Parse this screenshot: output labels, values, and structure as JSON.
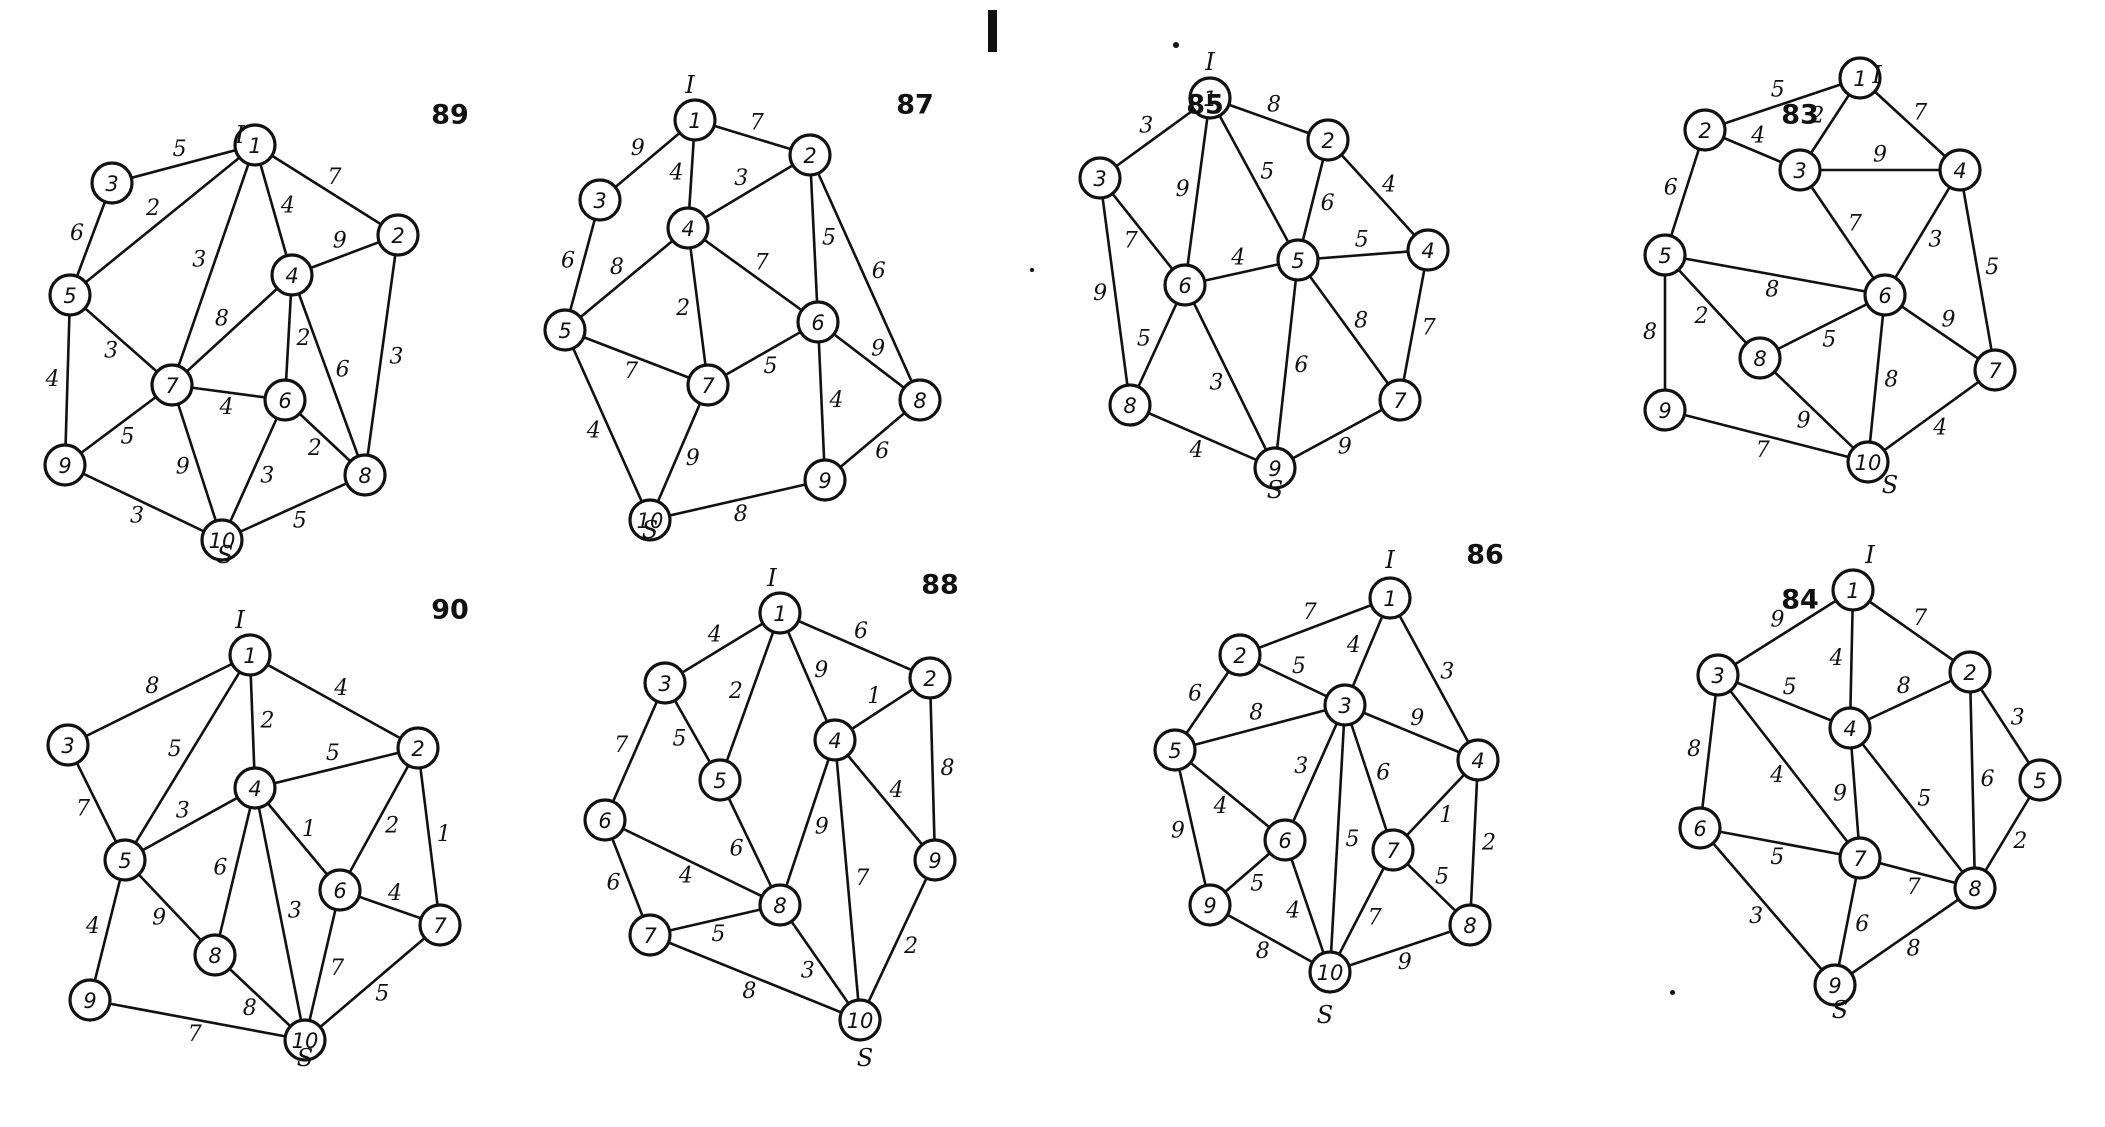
{
  "page": {
    "background": "#ffffff",
    "ink": "#111111"
  },
  "graphs": [
    {
      "title": "83",
      "nodes": [
        "1",
        "2",
        "3",
        "4",
        "5",
        "6",
        "7",
        "8",
        "9",
        "10"
      ],
      "edges": [
        {
          "a": "1",
          "b": "2",
          "w": "5"
        },
        {
          "a": "1",
          "b": "3",
          "w": "2"
        },
        {
          "a": "1",
          "b": "4",
          "w": "7"
        },
        {
          "a": "2",
          "b": "3",
          "w": "4"
        },
        {
          "a": "2",
          "b": "5",
          "w": "6"
        },
        {
          "a": "3",
          "b": "4",
          "w": "9"
        },
        {
          "a": "3",
          "b": "6",
          "w": "7"
        },
        {
          "a": "4",
          "b": "6",
          "w": "3"
        },
        {
          "a": "4",
          "b": "7",
          "w": "5"
        },
        {
          "a": "5",
          "b": "6",
          "w": "8"
        },
        {
          "a": "5",
          "b": "8",
          "w": "2"
        },
        {
          "a": "5",
          "b": "9",
          "w": "8"
        },
        {
          "a": "6",
          "b": "8",
          "w": "5"
        },
        {
          "a": "6",
          "b": "7",
          "w": "9"
        },
        {
          "a": "6",
          "b": "10",
          "w": "8"
        },
        {
          "a": "8",
          "b": "10",
          "w": "9"
        },
        {
          "a": "7",
          "b": "10",
          "w": "4"
        },
        {
          "a": "9",
          "b": "10",
          "w": "7"
        }
      ],
      "source_label": "I",
      "sink_label": "S"
    },
    {
      "title": "84",
      "nodes": [
        "1",
        "2",
        "3",
        "4",
        "5",
        "6",
        "7",
        "8",
        "9"
      ],
      "edges": [
        {
          "a": "1",
          "b": "3",
          "w": "9"
        },
        {
          "a": "1",
          "b": "4",
          "w": "4"
        },
        {
          "a": "1",
          "b": "2",
          "w": "7"
        },
        {
          "a": "3",
          "b": "4",
          "w": "5"
        },
        {
          "a": "2",
          "b": "4",
          "w": "8"
        },
        {
          "a": "2",
          "b": "5",
          "w": "3"
        },
        {
          "a": "2",
          "b": "8",
          "w": "6"
        },
        {
          "a": "3",
          "b": "6",
          "w": "8"
        },
        {
          "a": "3",
          "b": "7",
          "w": "4"
        },
        {
          "a": "4",
          "b": "7",
          "w": "9"
        },
        {
          "a": "4",
          "b": "8",
          "w": "5"
        },
        {
          "a": "5",
          "b": "8",
          "w": "2"
        },
        {
          "a": "6",
          "b": "7",
          "w": "5"
        },
        {
          "a": "6",
          "b": "9",
          "w": "3"
        },
        {
          "a": "7",
          "b": "8",
          "w": "7"
        },
        {
          "a": "7",
          "b": "9",
          "w": "6"
        },
        {
          "a": "8",
          "b": "9",
          "w": "8"
        }
      ],
      "source_label": "I",
      "sink_label": "S"
    },
    {
      "title": "85",
      "nodes": [
        "1",
        "2",
        "3",
        "4",
        "5",
        "6",
        "7",
        "8",
        "9"
      ],
      "edges": [
        {
          "a": "1",
          "b": "3",
          "w": "3"
        },
        {
          "a": "1",
          "b": "2",
          "w": "8"
        },
        {
          "a": "1",
          "b": "6",
          "w": "9"
        },
        {
          "a": "1",
          "b": "5",
          "w": "5"
        },
        {
          "a": "2",
          "b": "5",
          "w": "6"
        },
        {
          "a": "2",
          "b": "4",
          "w": "4"
        },
        {
          "a": "3",
          "b": "6",
          "w": "7"
        },
        {
          "a": "3",
          "b": "8",
          "w": "9"
        },
        {
          "a": "4",
          "b": "5",
          "w": "5"
        },
        {
          "a": "4",
          "b": "7",
          "w": "7"
        },
        {
          "a": "5",
          "b": "6",
          "w": "4"
        },
        {
          "a": "5",
          "b": "7",
          "w": "8"
        },
        {
          "a": "5",
          "b": "9",
          "w": "6"
        },
        {
          "a": "6",
          "b": "9",
          "w": "3"
        },
        {
          "a": "6",
          "b": "8",
          "w": "5"
        },
        {
          "a": "8",
          "b": "9",
          "w": "4"
        },
        {
          "a": "7",
          "b": "9",
          "w": "9"
        }
      ],
      "source_label": "I",
      "sink_label": "S"
    },
    {
      "title": "86",
      "nodes": [
        "1",
        "2",
        "3",
        "4",
        "5",
        "6",
        "7",
        "8",
        "9",
        "10"
      ],
      "edges": [
        {
          "a": "1",
          "b": "2",
          "w": "7"
        },
        {
          "a": "1",
          "b": "3",
          "w": "4"
        },
        {
          "a": "1",
          "b": "4",
          "w": "3"
        },
        {
          "a": "2",
          "b": "3",
          "w": "5"
        },
        {
          "a": "2",
          "b": "5",
          "w": "6"
        },
        {
          "a": "3",
          "b": "5",
          "w": "8"
        },
        {
          "a": "3",
          "b": "4",
          "w": "9"
        },
        {
          "a": "3",
          "b": "6",
          "w": "3"
        },
        {
          "a": "3",
          "b": "7",
          "w": "6"
        },
        {
          "a": "3",
          "b": "10",
          "w": "5"
        },
        {
          "a": "4",
          "b": "7",
          "w": "1"
        },
        {
          "a": "4",
          "b": "8",
          "w": "2"
        },
        {
          "a": "5",
          "b": "6",
          "w": "4"
        },
        {
          "a": "5",
          "b": "9",
          "w": "9"
        },
        {
          "a": "6",
          "b": "9",
          "w": "5"
        },
        {
          "a": "6",
          "b": "10",
          "w": "4"
        },
        {
          "a": "7",
          "b": "8",
          "w": "5"
        },
        {
          "a": "7",
          "b": "10",
          "w": "7"
        },
        {
          "a": "9",
          "b": "10",
          "w": "8"
        },
        {
          "a": "8",
          "b": "10",
          "w": "9"
        }
      ],
      "source_label": "I",
      "sink_label": "S"
    },
    {
      "title": "87",
      "nodes": [
        "1",
        "2",
        "3",
        "4",
        "5",
        "6",
        "7",
        "8",
        "9",
        "10"
      ],
      "edges": [
        {
          "a": "1",
          "b": "2",
          "w": "7"
        },
        {
          "a": "1",
          "b": "3",
          "w": "9"
        },
        {
          "a": "1",
          "b": "4",
          "w": "4"
        },
        {
          "a": "2",
          "b": "4",
          "w": "3"
        },
        {
          "a": "2",
          "b": "6",
          "w": "5"
        },
        {
          "a": "2",
          "b": "8",
          "w": "6"
        },
        {
          "a": "3",
          "b": "5",
          "w": "6"
        },
        {
          "a": "4",
          "b": "5",
          "w": "8"
        },
        {
          "a": "4",
          "b": "6",
          "w": "7"
        },
        {
          "a": "4",
          "b": "7",
          "w": "2"
        },
        {
          "a": "5",
          "b": "7",
          "w": "7"
        },
        {
          "a": "5",
          "b": "10",
          "w": "4"
        },
        {
          "a": "6",
          "b": "7",
          "w": "5"
        },
        {
          "a": "6",
          "b": "8",
          "w": "9"
        },
        {
          "a": "6",
          "b": "9",
          "w": "4"
        },
        {
          "a": "7",
          "b": "10",
          "w": "9"
        },
        {
          "a": "8",
          "b": "9",
          "w": "6"
        },
        {
          "a": "9",
          "b": "10",
          "w": "8"
        }
      ],
      "source_label": "I",
      "sink_label": "S"
    },
    {
      "title": "88",
      "nodes": [
        "1",
        "2",
        "3",
        "4",
        "5",
        "6",
        "7",
        "8",
        "9",
        "10"
      ],
      "edges": [
        {
          "a": "1",
          "b": "3",
          "w": "4"
        },
        {
          "a": "1",
          "b": "2",
          "w": "6"
        },
        {
          "a": "1",
          "b": "5",
          "w": "2"
        },
        {
          "a": "1",
          "b": "4",
          "w": "9"
        },
        {
          "a": "2",
          "b": "4",
          "w": "1"
        },
        {
          "a": "2",
          "b": "9",
          "w": "8"
        },
        {
          "a": "3",
          "b": "5",
          "w": "5"
        },
        {
          "a": "3",
          "b": "6",
          "w": "7"
        },
        {
          "a": "4",
          "b": "8",
          "w": "9"
        },
        {
          "a": "4",
          "b": "9",
          "w": "4"
        },
        {
          "a": "4",
          "b": "10",
          "w": "7"
        },
        {
          "a": "5",
          "b": "8",
          "w": "6"
        },
        {
          "a": "6",
          "b": "8",
          "w": "4"
        },
        {
          "a": "6",
          "b": "7",
          "w": "6"
        },
        {
          "a": "7",
          "b": "8",
          "w": "5"
        },
        {
          "a": "7",
          "b": "10",
          "w": "8"
        },
        {
          "a": "8",
          "b": "10",
          "w": "3"
        },
        {
          "a": "9",
          "b": "10",
          "w": "2"
        }
      ],
      "source_label": "I",
      "sink_label": "S"
    },
    {
      "title": "89",
      "nodes": [
        "1",
        "2",
        "3",
        "4",
        "5",
        "6",
        "7",
        "8",
        "9",
        "10"
      ],
      "edges": [
        {
          "a": "1",
          "b": "3",
          "w": "5"
        },
        {
          "a": "1",
          "b": "2",
          "w": "7"
        },
        {
          "a": "1",
          "b": "5",
          "w": "2"
        },
        {
          "a": "1",
          "b": "4",
          "w": "4"
        },
        {
          "a": "1",
          "b": "7",
          "w": "3"
        },
        {
          "a": "2",
          "b": "4",
          "w": "9"
        },
        {
          "a": "2",
          "b": "8",
          "w": "3"
        },
        {
          "a": "3",
          "b": "5",
          "w": "6"
        },
        {
          "a": "4",
          "b": "7",
          "w": "8"
        },
        {
          "a": "4",
          "b": "6",
          "w": "2"
        },
        {
          "a": "4",
          "b": "8",
          "w": "6"
        },
        {
          "a": "5",
          "b": "7",
          "w": "3"
        },
        {
          "a": "5",
          "b": "9",
          "w": "4"
        },
        {
          "a": "6",
          "b": "7",
          "w": "4"
        },
        {
          "a": "6",
          "b": "8",
          "w": "2"
        },
        {
          "a": "6",
          "b": "10",
          "w": "3"
        },
        {
          "a": "7",
          "b": "9",
          "w": "5"
        },
        {
          "a": "7",
          "b": "10",
          "w": "9"
        },
        {
          "a": "9",
          "b": "10",
          "w": "3"
        },
        {
          "a": "8",
          "b": "10",
          "w": "5"
        }
      ],
      "source_label": "I",
      "sink_label": "S"
    },
    {
      "title": "90",
      "nodes": [
        "1",
        "2",
        "3",
        "4",
        "5",
        "6",
        "7",
        "8",
        "9",
        "10"
      ],
      "edges": [
        {
          "a": "1",
          "b": "3",
          "w": "8"
        },
        {
          "a": "1",
          "b": "5",
          "w": "5"
        },
        {
          "a": "1",
          "b": "4",
          "w": "2"
        },
        {
          "a": "1",
          "b": "2",
          "w": "4"
        },
        {
          "a": "2",
          "b": "4",
          "w": "5"
        },
        {
          "a": "2",
          "b": "6",
          "w": "2"
        },
        {
          "a": "2",
          "b": "7",
          "w": "1"
        },
        {
          "a": "3",
          "b": "5",
          "w": "7"
        },
        {
          "a": "4",
          "b": "5",
          "w": "3"
        },
        {
          "a": "4",
          "b": "8",
          "w": "6"
        },
        {
          "a": "4",
          "b": "6",
          "w": "1"
        },
        {
          "a": "4",
          "b": "10",
          "w": "3"
        },
        {
          "a": "5",
          "b": "8",
          "w": "9"
        },
        {
          "a": "5",
          "b": "9",
          "w": "4"
        },
        {
          "a": "6",
          "b": "7",
          "w": "4"
        },
        {
          "a": "6",
          "b": "10",
          "w": "7"
        },
        {
          "a": "7",
          "b": "10",
          "w": "5"
        },
        {
          "a": "8",
          "b": "10",
          "w": "8"
        },
        {
          "a": "9",
          "b": "10",
          "w": "7"
        }
      ],
      "source_label": "I",
      "sink_label": "S"
    }
  ]
}
